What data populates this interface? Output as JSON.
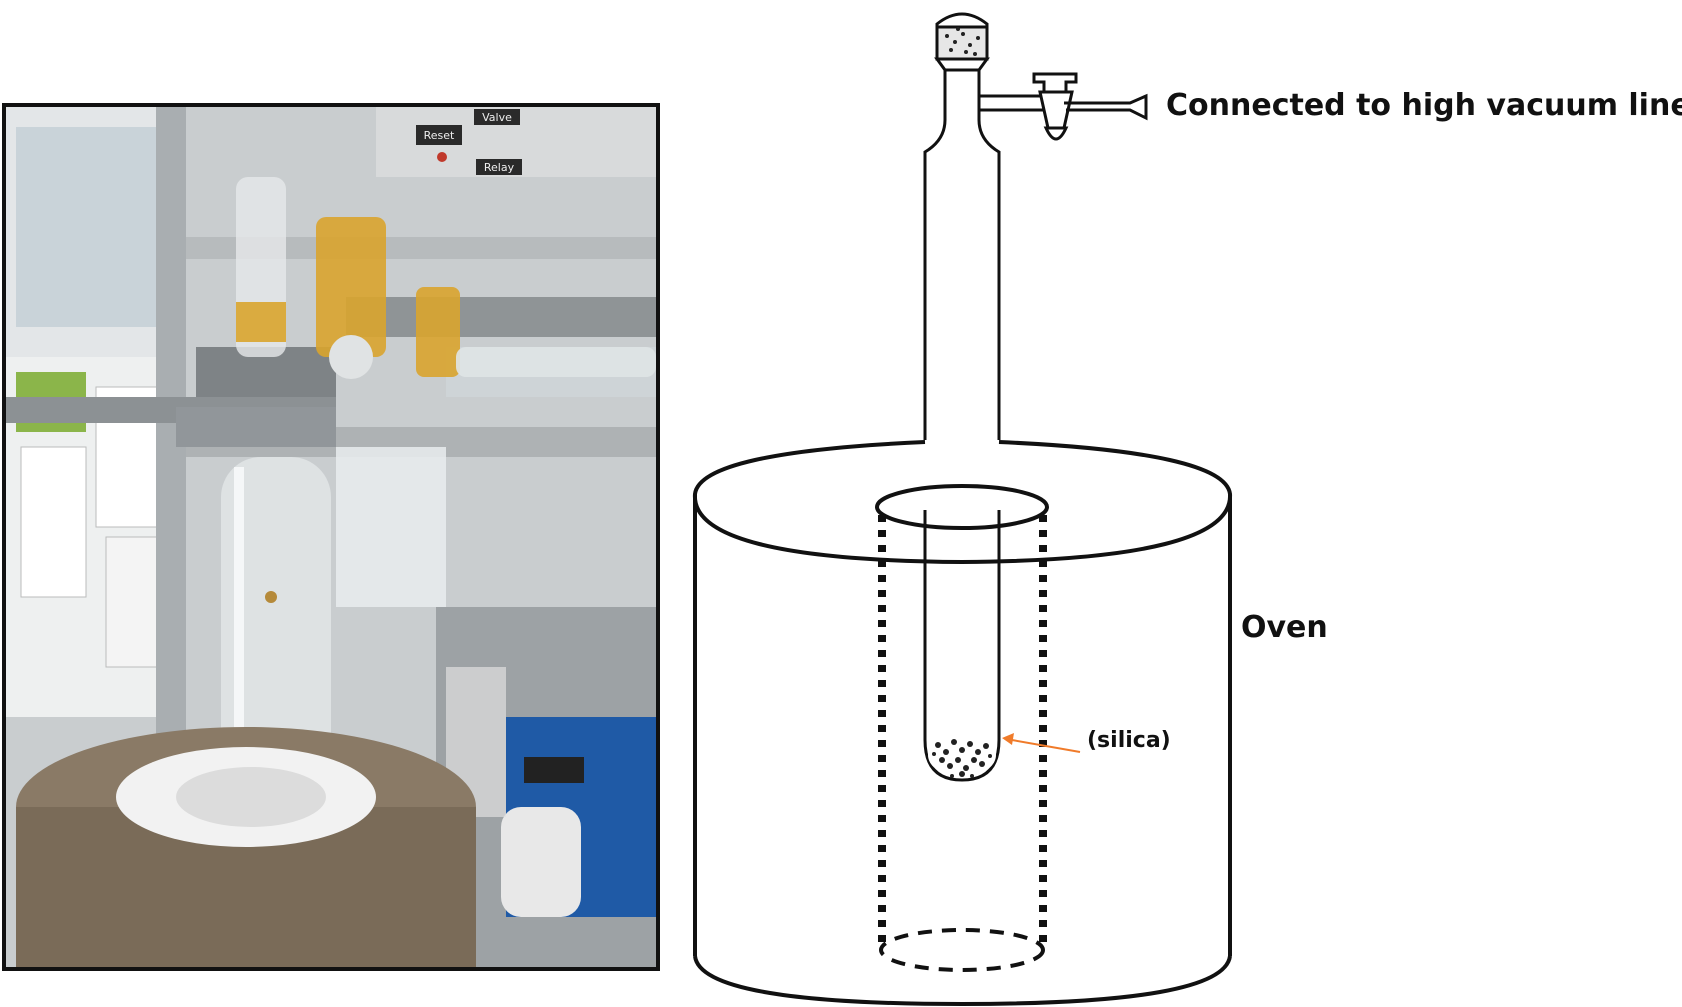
{
  "labels": {
    "vacuum": "Connected to high vacuum line",
    "oven": "Oven",
    "silica": "(silica)"
  },
  "photo": {
    "panel_buttons": [
      "Reset",
      "Valve",
      "Relay"
    ]
  },
  "colors": {
    "outline": "#111111",
    "arrow": "#f07b2a",
    "glass_amber": "#d9a42e",
    "furnace": "#8a7a66"
  }
}
